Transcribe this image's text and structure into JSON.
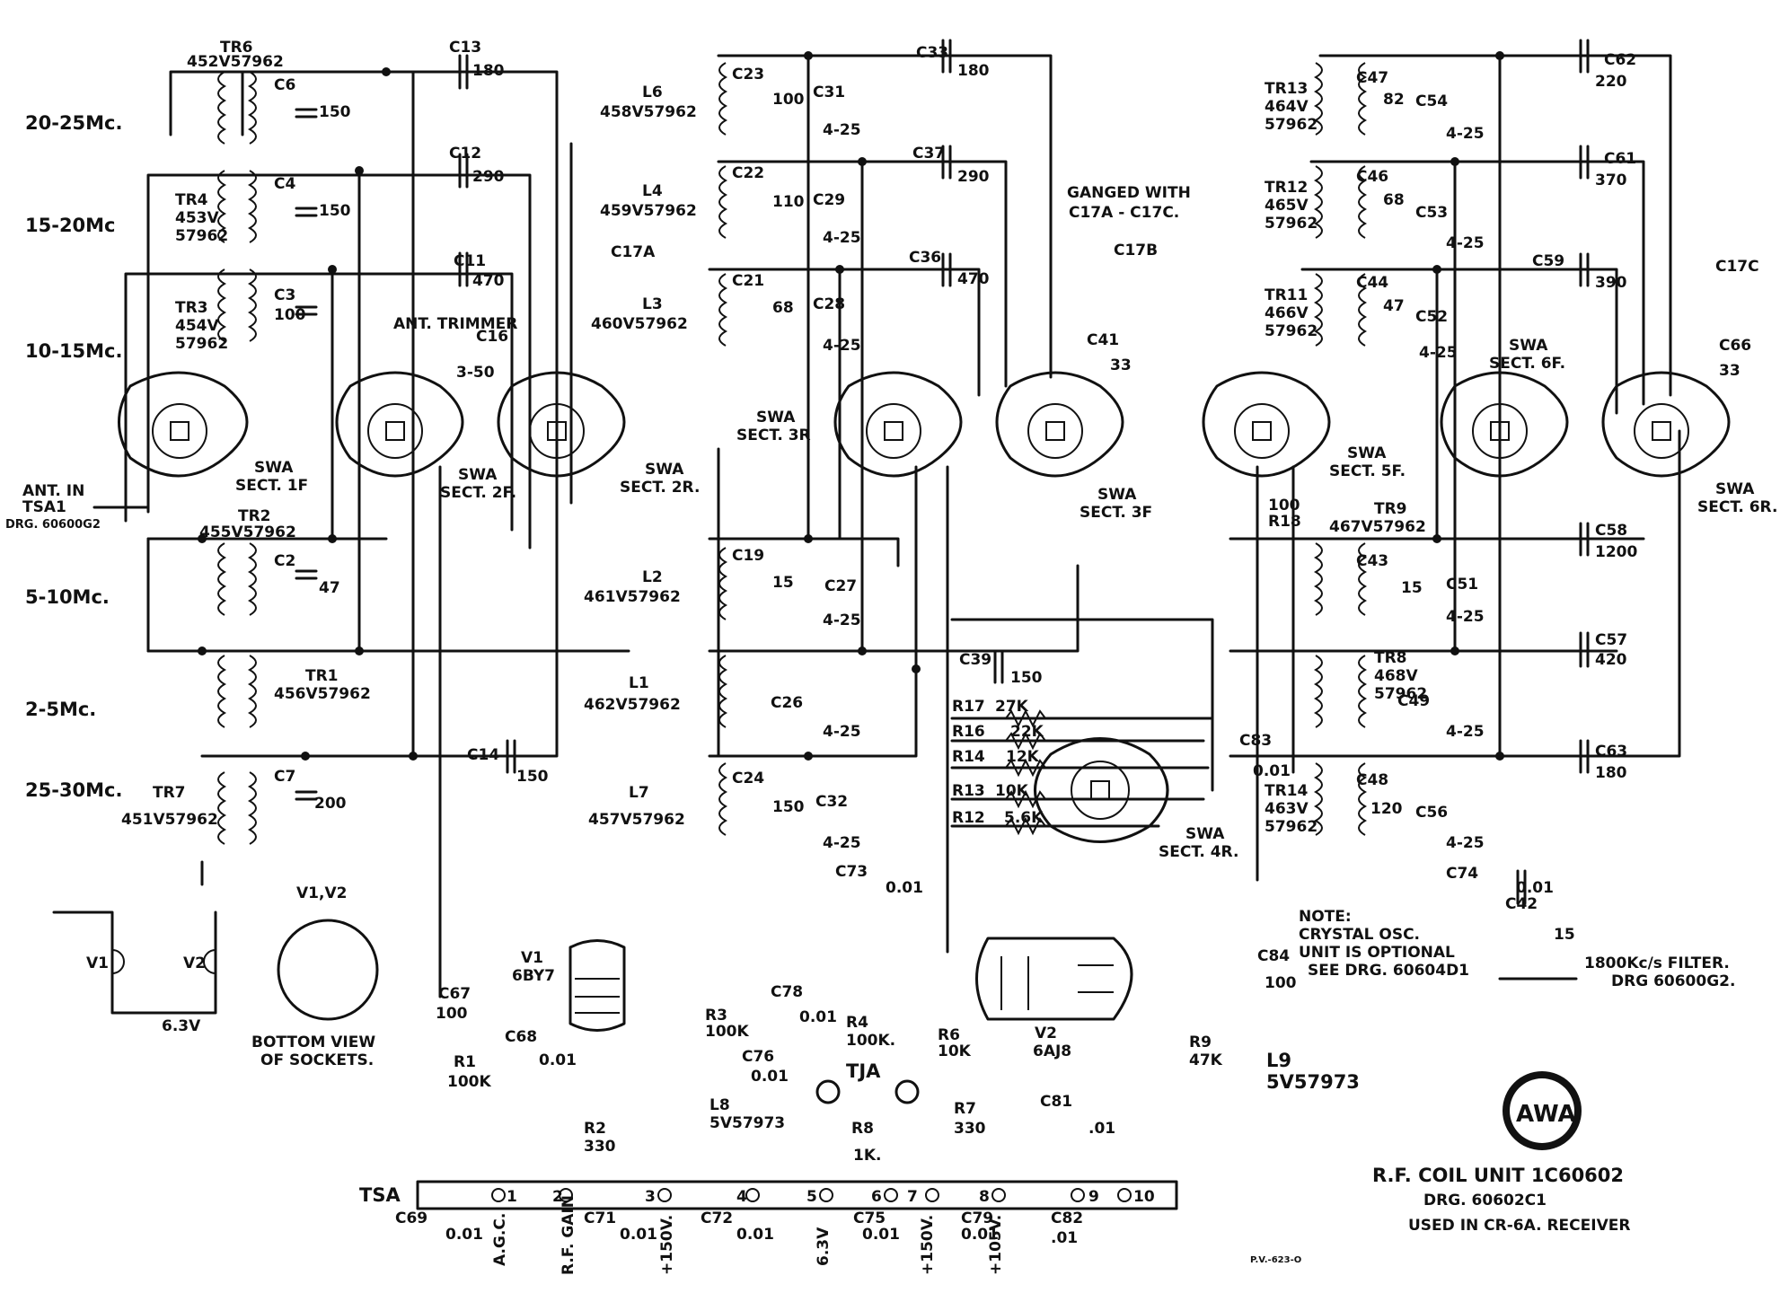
{
  "bands": [
    {
      "id": "20-25",
      "label": "20-25Mc."
    },
    {
      "id": "15-20",
      "label": "15-20Mc"
    },
    {
      "id": "10-15",
      "label": "10-15Mc."
    },
    {
      "id": "5-10",
      "label": "5-10Mc."
    },
    {
      "id": "2-5",
      "label": "2-5Mc."
    },
    {
      "id": "25-30",
      "label": "25-30Mc."
    }
  ],
  "ant_input": {
    "title": "ANT. IN",
    "socket": "TSA1",
    "drawing": "DRG. 60600G2"
  },
  "ant_trimmer": {
    "label": "ANT. TRIMMER",
    "ref": "C16",
    "value": "3-50"
  },
  "gang": {
    "c17a": "C17A",
    "c17b": "C17B",
    "c17c": "C17C",
    "note_line1": "GANGED WITH",
    "note_line2": "C17A - C17C."
  },
  "transformers": [
    {
      "ref": "TR6",
      "part": "452V57962"
    },
    {
      "ref": "TR4",
      "part_l1": "453V",
      "part_l2": "57962"
    },
    {
      "ref": "TR3",
      "part_l1": "454V",
      "part_l2": "57962"
    },
    {
      "ref": "TR2",
      "part": "455V57962"
    },
    {
      "ref": "TR1",
      "part": "456V57962"
    },
    {
      "ref": "TR7",
      "part": "451V57962"
    },
    {
      "ref": "TR13",
      "part_l1": "464V",
      "part_l2": "57962"
    },
    {
      "ref": "TR12",
      "part_l1": "465V",
      "part_l2": "57962"
    },
    {
      "ref": "TR11",
      "part_l1": "466V",
      "part_l2": "57962"
    },
    {
      "ref": "TR9",
      "part": "467V57962"
    },
    {
      "ref": "TR8",
      "part_l1": "468V",
      "part_l2": "57962"
    },
    {
      "ref": "TR14",
      "part_l1": "463V",
      "part_l2": "57962"
    }
  ],
  "coils": [
    {
      "ref": "L6",
      "part": "458V57962"
    },
    {
      "ref": "L4",
      "part": "459V57962"
    },
    {
      "ref": "L3",
      "part": "460V57962"
    },
    {
      "ref": "L2",
      "part": "461V57962"
    },
    {
      "ref": "L1",
      "part": "462V57962"
    },
    {
      "ref": "L7",
      "part": "457V57962"
    },
    {
      "ref": "L8",
      "part": "5V57973"
    },
    {
      "ref": "L9",
      "part": "5V57973"
    }
  ],
  "capacitors": {
    "c13": {
      "ref": "C13",
      "val": "180"
    },
    "c12": {
      "ref": "C12",
      "val": "290"
    },
    "c11": {
      "ref": "C11",
      "val": "470"
    },
    "c14": {
      "ref": "C14",
      "val": "150"
    },
    "c6": {
      "ref": "C6",
      "val": "150"
    },
    "c4": {
      "ref": "C4",
      "val": "150"
    },
    "c3": {
      "ref": "C3",
      "val": "100"
    },
    "c2": {
      "ref": "C2",
      "val": "47"
    },
    "c7": {
      "ref": "C7",
      "val": "200"
    },
    "c33": {
      "ref": "C33",
      "val": "180"
    },
    "c37": {
      "ref": "C37",
      "val": "290"
    },
    "c36": {
      "ref": "C36",
      "val": "470"
    },
    "c39": {
      "ref": "C39",
      "val": "150"
    },
    "c23": {
      "ref": "C23",
      "val": "100"
    },
    "c22": {
      "ref": "C22",
      "val": "110"
    },
    "c21": {
      "ref": "C21",
      "val": "68"
    },
    "c19": {
      "ref": "C19",
      "val": "15"
    },
    "c24": {
      "ref": "C24",
      "val": "150"
    },
    "c31": {
      "ref": "C31",
      "val": "4-25"
    },
    "c29": {
      "ref": "C29",
      "val": "4-25"
    },
    "c28": {
      "ref": "C28",
      "val": "4-25"
    },
    "c27": {
      "ref": "C27",
      "val": "4-25"
    },
    "c26": {
      "ref": "C26",
      "val": "4-25"
    },
    "c32": {
      "ref": "C32",
      "val": "4-25"
    },
    "c41": {
      "ref": "C41",
      "val": "33"
    },
    "c66": {
      "ref": "C66",
      "val": "33"
    },
    "c62": {
      "ref": "C62",
      "val": "220"
    },
    "c61": {
      "ref": "C61",
      "val": "370"
    },
    "c59": {
      "ref": "C59",
      "val": "390"
    },
    "c58": {
      "ref": "C58",
      "val": "1200"
    },
    "c57": {
      "ref": "C57",
      "val": "420"
    },
    "c63": {
      "ref": "C63",
      "val": "180"
    },
    "c47": {
      "ref": "C47",
      "val": "82"
    },
    "c46": {
      "ref": "C46",
      "val": "68"
    },
    "c44": {
      "ref": "C44",
      "val": "47"
    },
    "c43": {
      "ref": "C43",
      "val": "15"
    },
    "c48": {
      "ref": "C48",
      "val": "120"
    },
    "c54": {
      "ref": "C54",
      "val": "4-25"
    },
    "c53": {
      "ref": "C53",
      "val": "4-25"
    },
    "c52": {
      "ref": "C52",
      "val": "4-25"
    },
    "c51": {
      "ref": "C51",
      "val": "4-25"
    },
    "c49": {
      "ref": "C49",
      "val": "4-25"
    },
    "c56": {
      "ref": "C56",
      "val": "4-25"
    },
    "c83": {
      "ref": "C83",
      "val": "0.01"
    },
    "c73": {
      "ref": "C73",
      "val": "0.01"
    },
    "c74": {
      "ref": "C74",
      "val": "0.01"
    },
    "c42": {
      "ref": "C42",
      "val": "15"
    },
    "c67": {
      "ref": "C67",
      "val": "100"
    },
    "c68": {
      "ref": "C68",
      "val": "0.01"
    },
    "c76": {
      "ref": "C76",
      "val": "0.01"
    },
    "c78": {
      "ref": "C78",
      "val": "0.01"
    },
    "c84": {
      "ref": "C84",
      "val": "100"
    },
    "c81": {
      "ref": "C81",
      "val": ".01"
    },
    "c69": {
      "ref": "C69",
      "val": "0.01"
    },
    "c71": {
      "ref": "C71",
      "val": "0.01"
    },
    "c72": {
      "ref": "C72",
      "val": "0.01"
    },
    "c75": {
      "ref": "C75",
      "val": "0.01"
    },
    "c79": {
      "ref": "C79",
      "val": "0.01"
    },
    "c82": {
      "ref": "C82",
      "val": ".01"
    }
  },
  "resistors": {
    "r17": {
      "ref": "R17",
      "val": "27K"
    },
    "r16": {
      "ref": "R16",
      "val": "22K"
    },
    "r14": {
      "ref": "R14",
      "val": "12K"
    },
    "r13": {
      "ref": "R13",
      "val": "10K"
    },
    "r12": {
      "ref": "R12",
      "val": "5.6K"
    },
    "r18": {
      "ref": "R18",
      "val": "100"
    },
    "r1": {
      "ref": "R1",
      "val": "100K"
    },
    "r2": {
      "ref": "R2",
      "val": "330"
    },
    "r3": {
      "ref": "R3",
      "val": "100K"
    },
    "r4": {
      "ref": "R4",
      "val": "100K."
    },
    "r6": {
      "ref": "R6",
      "val": "10K"
    },
    "r7": {
      "ref": "R7",
      "val": "330"
    },
    "r8": {
      "ref": "R8",
      "val": "1K."
    },
    "r9": {
      "ref": "R9",
      "val": "47K"
    }
  },
  "switches": [
    {
      "id": "1f",
      "line1": "SWA",
      "line2": "SECT. 1F"
    },
    {
      "id": "2f",
      "line1": "SWA",
      "line2": "SECT. 2F."
    },
    {
      "id": "2r",
      "line1": "SWA",
      "line2": "SECT. 2R."
    },
    {
      "id": "3r",
      "line1": "SWA",
      "line2": "SECT. 3R"
    },
    {
      "id": "3f",
      "line1": "SWA",
      "line2": "SECT. 3F"
    },
    {
      "id": "5f",
      "line1": "SWA",
      "line2": "SECT. 5F."
    },
    {
      "id": "6f",
      "line1": "SWA",
      "line2": "SECT. 6F."
    },
    {
      "id": "6r",
      "line1": "SWA",
      "line2": "SECT. 6R."
    },
    {
      "id": "4r",
      "line1": "SWA",
      "line2": "SECT. 4R."
    }
  ],
  "tubes": {
    "v1": {
      "ref": "V1",
      "type": "6BY7"
    },
    "v2": {
      "ref": "V2",
      "type": "6AJ8"
    },
    "heater": {
      "v1": "V1",
      "v2": "V2",
      "supply": "6.3V"
    },
    "socket_title": "V1,V2",
    "socket_caption1": "BOTTOM VIEW",
    "socket_caption2": "OF SOCKETS."
  },
  "test_jack": "TJA",
  "terminal_strip": {
    "name": "TSA",
    "pins": [
      "1",
      "2",
      "3",
      "4",
      "5",
      "6",
      "7",
      "8",
      "9",
      "10"
    ],
    "labels": [
      "A.G.C.",
      "R.F. GAIN",
      "+150V.",
      "6.3V",
      "+150V.",
      "+105V."
    ]
  },
  "note": {
    "title": "NOTE:",
    "line1": "CRYSTAL OSC.",
    "line2": "UNIT IS OPTIONAL",
    "line3": "SEE DRG. 60604D1"
  },
  "filter": {
    "line1": "1800Kc/s FILTER.",
    "line2": "DRG 60600G2."
  },
  "logo": "AWA",
  "title_block": {
    "title": "R.F. COIL UNIT 1C60602",
    "drawing": "DRG. 60602C1",
    "usage": "USED IN CR-6A. RECEIVER"
  },
  "print_ref": "P.V.-623-O"
}
